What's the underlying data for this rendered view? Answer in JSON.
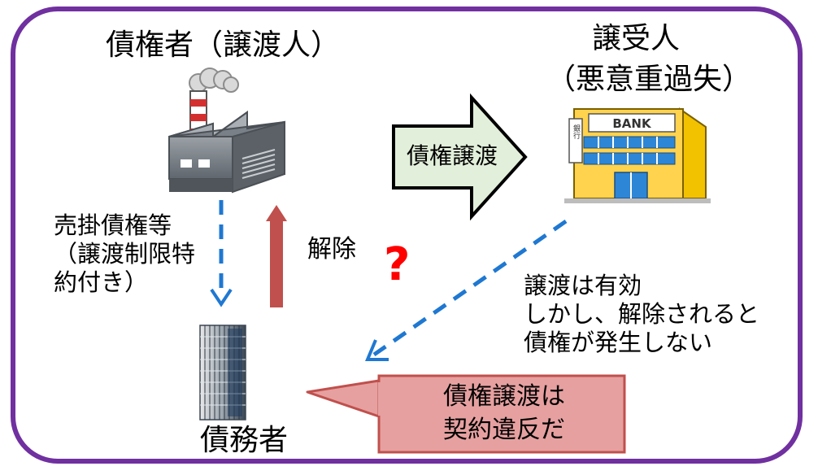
{
  "creditor": {
    "label": "債権者（譲渡人）"
  },
  "assignee": {
    "label_line1": "譲受人",
    "label_line2": "（悪意重過失）",
    "bank_sign": "BANK",
    "bank_side_sign": "銀行"
  },
  "assignment_arrow": {
    "label": "債権譲渡"
  },
  "receivable": {
    "line1": "売掛債権等",
    "line2": "（譲渡制限特",
    "line3": "約付き）"
  },
  "cancellation": {
    "label": "解除",
    "mark": "?"
  },
  "effect_note": {
    "line1": "譲渡は有効",
    "line2": "しかし、解除されると",
    "line3": "債権が発生しない"
  },
  "debtor": {
    "label": "債務者"
  },
  "callout": {
    "line1": "債権譲渡は",
    "line2": "契約違反だ"
  },
  "colors": {
    "frame": "#7030a0",
    "assignment_arrow_fill": "#e2efda",
    "dashed_arrow": "#1f78d1",
    "cancel_arrow": "#c0504d",
    "callout_fill": "#e6a0a0",
    "callout_border": "#c0504d",
    "question_mark": "#ff0000"
  }
}
